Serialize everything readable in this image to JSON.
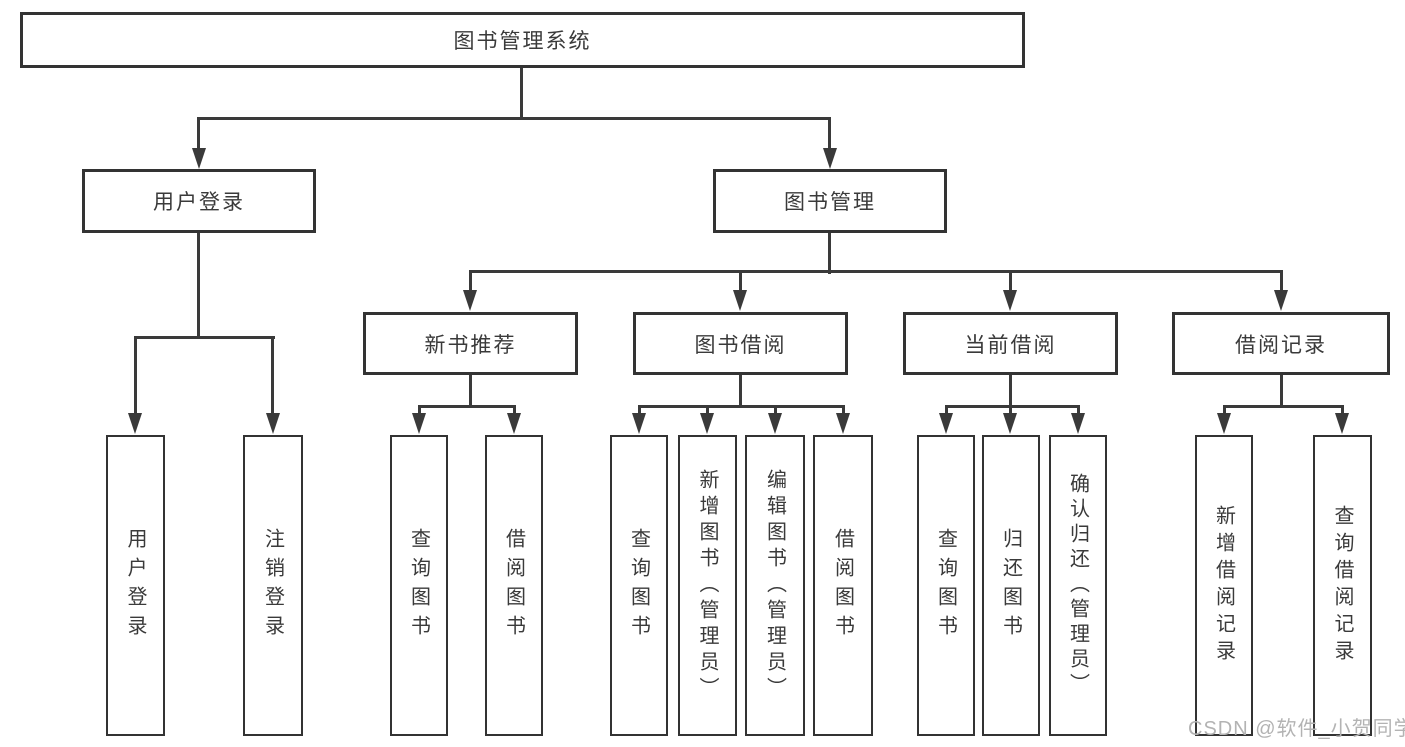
{
  "diagram": {
    "root": {
      "label": "图书管理系统"
    },
    "level2": [
      {
        "label": "用户登录",
        "children": [
          "用户登录",
          "注销登录"
        ]
      },
      {
        "label": "图书管理"
      }
    ],
    "level3": [
      {
        "label": "新书推荐",
        "children": [
          "查询图书",
          "借阅图书"
        ]
      },
      {
        "label": "图书借阅",
        "children": [
          "查询图书",
          "新增图书（管理员）",
          "编辑图书（管理员）",
          "借阅图书"
        ]
      },
      {
        "label": "当前借阅",
        "children": [
          "查询图书",
          "归还图书",
          "确认归还（管理员）"
        ]
      },
      {
        "label": "借阅记录",
        "children": [
          "新增借阅记录",
          "查询借阅记录"
        ]
      }
    ]
  },
  "watermark": {
    "text": "CSDN @软件_小贺同学"
  },
  "colors": {
    "line": "#3a3a3a",
    "border": "#333333",
    "text": "#3a3a3a",
    "watermark": "#b3b3b3",
    "background": "#ffffff"
  }
}
